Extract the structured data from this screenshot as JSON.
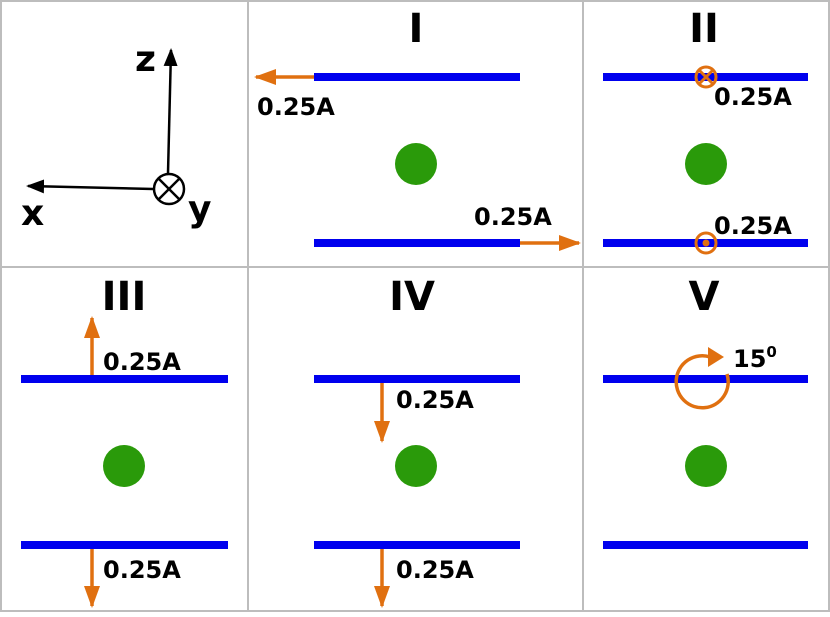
{
  "axes": {
    "x_label": "x",
    "y_label": "y",
    "z_label": "z"
  },
  "panels": [
    {
      "title": "I",
      "top_current": "0.25A",
      "bottom_current": "0.25A"
    },
    {
      "title": "II",
      "top_current": "0.25A",
      "bottom_current": "0.25A"
    },
    {
      "title": "III",
      "top_current": "0.25A",
      "bottom_current": "0.25A"
    },
    {
      "title": "IV",
      "top_current": "0.25A",
      "bottom_current": "0.25A"
    },
    {
      "title": "V",
      "rotation_label": "15",
      "rotation_unit": "0"
    }
  ],
  "colors": {
    "wire": "#0000ee",
    "ball": "#2a9a0a",
    "arrow": "#e07010",
    "grid": "#bdbdbd",
    "ink": "#000000"
  }
}
